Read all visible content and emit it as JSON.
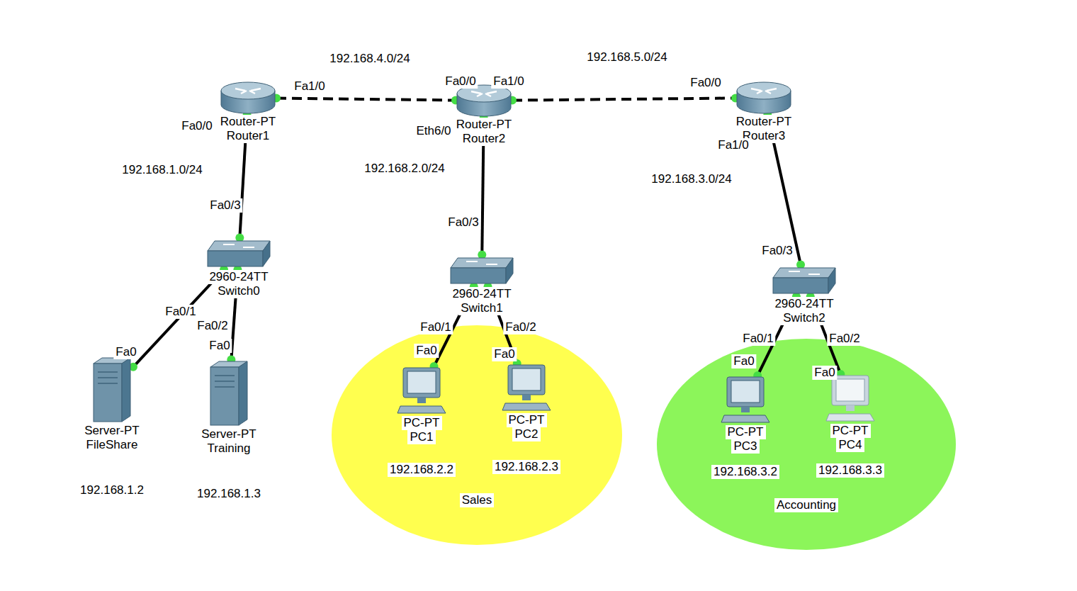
{
  "diagram": {
    "nodes": [
      {
        "text": [
          "Router-PT",
          "Router1"
        ]
      },
      {
        "text": [
          "Router-PT",
          "Router2"
        ]
      },
      {
        "text": [
          "Router-PT",
          "Router3"
        ]
      },
      {
        "text": [
          "2960-24TT",
          "Switch0"
        ]
      },
      {
        "text": [
          "2960-24TT",
          "Switch1"
        ]
      },
      {
        "text": [
          "2960-24TT",
          "Switch2"
        ]
      },
      {
        "text": [
          "Server-PT",
          "FileShare",
          "192.168.1.2"
        ]
      },
      {
        "text": [
          "Server-PT",
          "Training",
          "192.168.1.3"
        ]
      },
      {
        "text": [
          "Sales"
        ]
      },
      {
        "text": [
          "PC-PT",
          "PC1",
          "192.168.2.2"
        ],
        "in": 8
      },
      {
        "text": [
          "PC-PT",
          "PC2",
          "192.168.2.3"
        ],
        "in": 8
      },
      {
        "text": [
          "Accounting"
        ]
      },
      {
        "text": [
          "PC-PT",
          "PC3",
          "192.168.3.2"
        ],
        "in": 11
      },
      {
        "text": [
          "PC-PT",
          "PC4",
          "192.168.3.3"
        ],
        "in": 11
      }
    ],
    "edges": [
      {
        "from": 0,
        "to": 1,
        "arrow": "none",
        "label": "192.168.4.0/24"
      },
      {
        "from": 1,
        "to": 2,
        "arrow": "none",
        "label": "192.168.5.0/24"
      },
      {
        "from": 0,
        "to": 3,
        "arrow": "none",
        "label": "192.168.1.0/24"
      },
      {
        "from": 1,
        "to": 4,
        "arrow": "none",
        "label": "192.168.2.0/24"
      },
      {
        "from": 2,
        "to": 5,
        "arrow": "none",
        "label": "192.168.3.0/24"
      },
      {
        "from": 3,
        "to": 6,
        "arrow": "none"
      },
      {
        "from": 3,
        "to": 7,
        "arrow": "none"
      },
      {
        "from": 4,
        "to": 9,
        "arrow": "none"
      },
      {
        "from": 4,
        "to": 10,
        "arrow": "none"
      },
      {
        "from": 5,
        "to": 12,
        "arrow": "none"
      },
      {
        "from": 5,
        "to": 13,
        "arrow": "none"
      }
    ],
    "labels": [
      "Fa1/0",
      "Fa0/0",
      "Fa1/0",
      "Fa0/0",
      "Fa0/0",
      "Eth6/0",
      "Fa1/0",
      "Fa0/3",
      "Fa0/3",
      "Fa0/3",
      "Fa0/1",
      "Fa0/2",
      "Fa0/1",
      "Fa0/2",
      "Fa0/1",
      "Fa0/2",
      "Fa0",
      "Fa0",
      "Fa0",
      "Fa0",
      "Fa0",
      "Fa0"
    ]
  }
}
